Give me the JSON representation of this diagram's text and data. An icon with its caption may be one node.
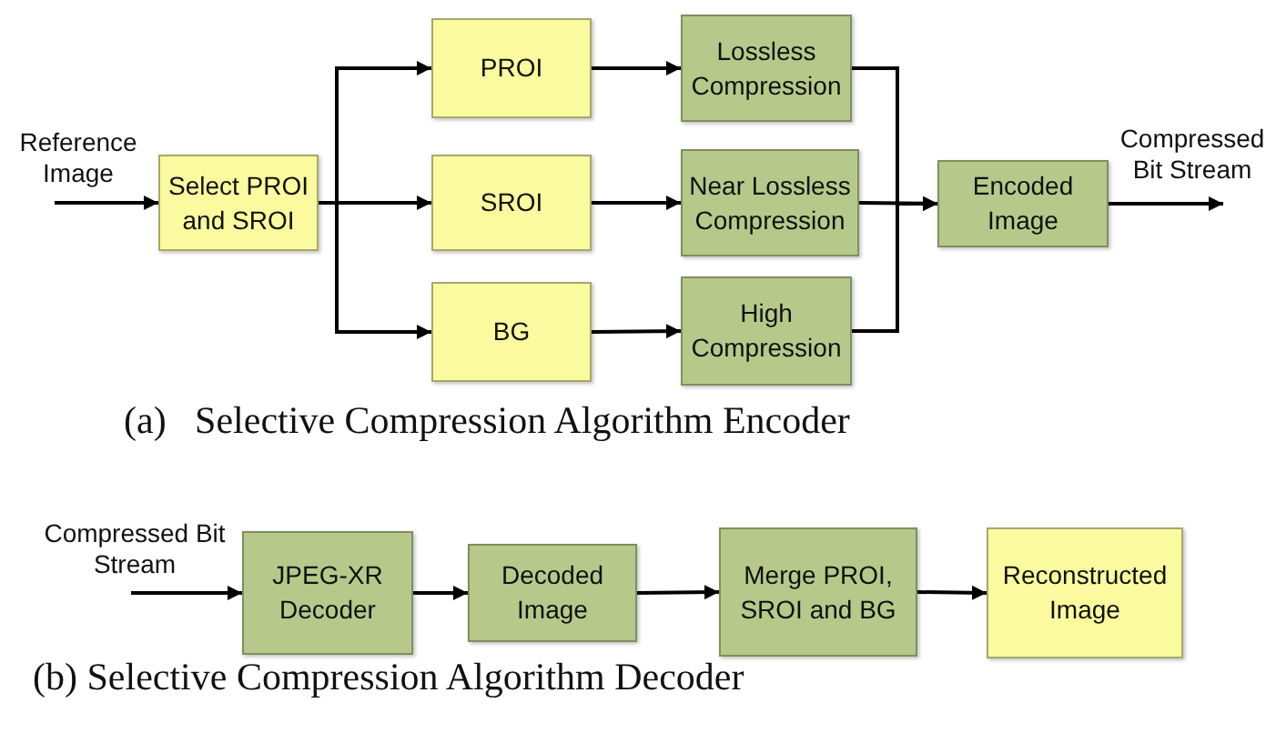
{
  "diagram": {
    "nodes": [
      {
        "text": [
          "Reference Image"
        ]
      },
      {
        "text": [
          "Select PROI and SROI"
        ]
      },
      {
        "text": [
          "PROI"
        ]
      },
      {
        "text": [
          "SROI"
        ]
      },
      {
        "text": [
          "BG"
        ]
      },
      {
        "text": [
          "Lossless Compression"
        ]
      },
      {
        "text": [
          "Near Lossless Compression"
        ]
      },
      {
        "text": [
          "High Compression"
        ]
      },
      {
        "text": [
          "Encoded Image"
        ]
      },
      {
        "text": [
          "Compressed Bit Stream"
        ]
      },
      {
        "text": [
          "Compressed Bit Stream"
        ]
      },
      {
        "text": [
          "JPEG-XR Decoder"
        ]
      },
      {
        "text": [
          "Decoded Image"
        ]
      },
      {
        "text": [
          "Merge PROI, SROI and BG"
        ]
      },
      {
        "text": [
          "Reconstructed Image"
        ]
      }
    ],
    "edges": [
      {
        "from": 0,
        "to": 1,
        "arrow": "to"
      },
      {
        "from": 1,
        "to": 2,
        "arrow": "to"
      },
      {
        "from": 1,
        "to": 3,
        "arrow": "to"
      },
      {
        "from": 1,
        "to": 4,
        "arrow": "to"
      },
      {
        "from": 2,
        "to": 5,
        "arrow": "to"
      },
      {
        "from": 3,
        "to": 6,
        "arrow": "to"
      },
      {
        "from": 4,
        "to": 7,
        "arrow": "to"
      },
      {
        "from": 5,
        "to": 8,
        "arrow": "to"
      },
      {
        "from": 6,
        "to": 8,
        "arrow": "to"
      },
      {
        "from": 7,
        "to": 8,
        "arrow": "to"
      },
      {
        "from": 8,
        "to": 9,
        "arrow": "to"
      },
      {
        "from": 10,
        "to": 11,
        "arrow": "to"
      },
      {
        "from": 11,
        "to": 12,
        "arrow": "to"
      },
      {
        "from": 12,
        "to": 13,
        "arrow": "to"
      },
      {
        "from": 13,
        "to": 14,
        "arrow": "to"
      }
    ],
    "labels": [
      "(a)   Selective Compression Algorithm Encoder",
      "(b) Selective Compression Algorithm Decoder"
    ]
  }
}
